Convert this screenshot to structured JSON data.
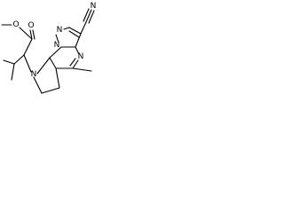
{
  "molecule": {
    "atoms": {
      "cyano_n": "N",
      "pyrazole_n1": "N",
      "pyrazole_n2": "N",
      "pyrimidine_n": "N",
      "pyrrole_n": "N",
      "ester_o_carbonyl": "O",
      "ester_o_ether": "O"
    }
  }
}
